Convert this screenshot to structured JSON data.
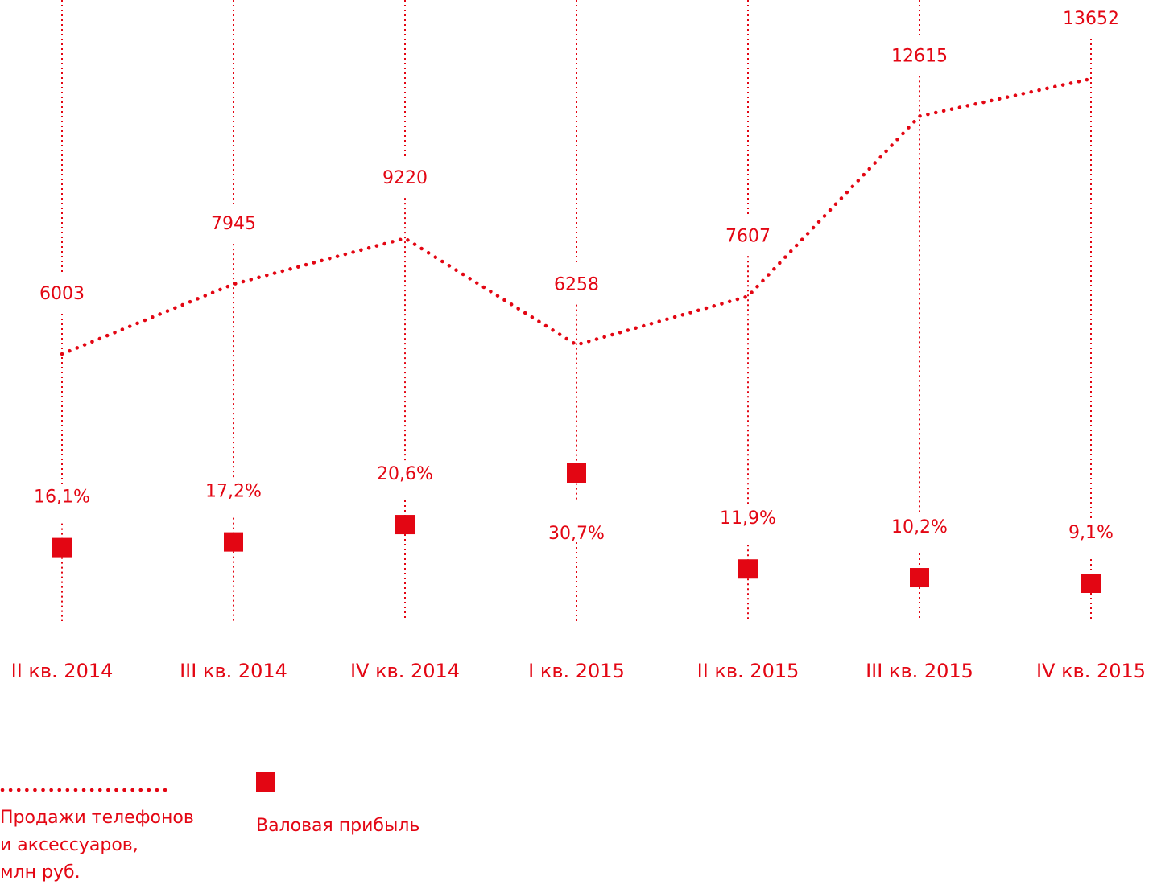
{
  "colors": {
    "accent": "#e30613"
  },
  "chart_data": {
    "type": "line",
    "categories": [
      "II кв. 2014",
      "III кв. 2014",
      "IV кв. 2014",
      "I кв. 2015",
      "II кв. 2015",
      "III кв. 2015",
      "IV кв. 2015"
    ],
    "series": [
      {
        "name": "Продажи телефонов и аксессуаров, млн руб.",
        "marker": "dotted-line",
        "values": [
          6003,
          7945,
          9220,
          6258,
          7607,
          12615,
          13652
        ],
        "labels": [
          "6003",
          "7945",
          "9220",
          "6258",
          "7607",
          "12615",
          "13652"
        ]
      },
      {
        "name": "Валовая прибыль",
        "marker": "square",
        "values": [
          16.1,
          17.2,
          20.6,
          30.7,
          11.9,
          10.2,
          9.1
        ],
        "labels": [
          "16,1%",
          "17,2%",
          "20,6%",
          "30,7%",
          "11,9%",
          "10,2%",
          "9,1%"
        ]
      }
    ],
    "grid": "vertical-dotted",
    "legend": "bottom-left",
    "title": "",
    "xlabel": "",
    "ylabel": ""
  },
  "legend": {
    "sales_line1": "Продажи телефонов",
    "sales_line2": "и аксессуаров,",
    "sales_line3": "млн руб.",
    "profit": "Валовая прибыль"
  }
}
